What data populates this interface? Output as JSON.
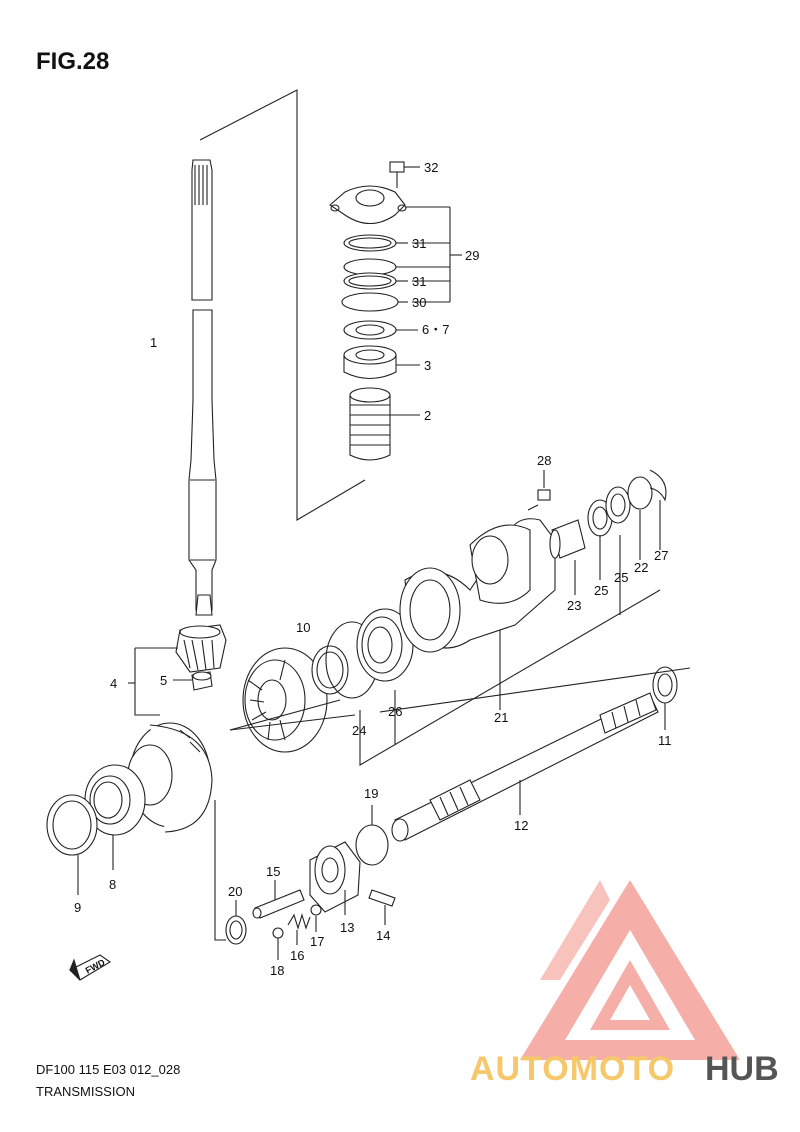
{
  "figure": {
    "title": "FIG.28",
    "code": "DF100 115 E03 012_028",
    "name": "TRANSMISSION"
  },
  "callouts": [
    {
      "id": "1",
      "label": "1"
    },
    {
      "id": "2",
      "label": "2"
    },
    {
      "id": "3",
      "label": "3"
    },
    {
      "id": "4",
      "label": "4"
    },
    {
      "id": "5",
      "label": "5"
    },
    {
      "id": "6-7",
      "label": "6・7"
    },
    {
      "id": "8",
      "label": "8"
    },
    {
      "id": "9",
      "label": "9"
    },
    {
      "id": "10",
      "label": "10"
    },
    {
      "id": "11",
      "label": "11"
    },
    {
      "id": "12",
      "label": "12"
    },
    {
      "id": "13",
      "label": "13"
    },
    {
      "id": "14",
      "label": "14"
    },
    {
      "id": "15",
      "label": "15"
    },
    {
      "id": "16",
      "label": "16"
    },
    {
      "id": "17",
      "label": "17"
    },
    {
      "id": "18",
      "label": "18"
    },
    {
      "id": "19",
      "label": "19"
    },
    {
      "id": "20",
      "label": "20"
    },
    {
      "id": "21",
      "label": "21"
    },
    {
      "id": "22",
      "label": "22"
    },
    {
      "id": "23",
      "label": "23"
    },
    {
      "id": "24",
      "label": "24"
    },
    {
      "id": "25a",
      "label": "25"
    },
    {
      "id": "25b",
      "label": "25"
    },
    {
      "id": "26",
      "label": "26"
    },
    {
      "id": "27",
      "label": "27"
    },
    {
      "id": "28",
      "label": "28"
    },
    {
      "id": "29",
      "label": "29"
    },
    {
      "id": "30",
      "label": "30"
    },
    {
      "id": "31a",
      "label": "31"
    },
    {
      "id": "31b",
      "label": "31"
    },
    {
      "id": "32",
      "label": "32"
    }
  ],
  "fwd_marker": "FWD",
  "watermark": {
    "text_part1": "AUTOMOTO",
    "text_part2": "HUB",
    "color_primary": "#f28b82",
    "color_secondary": "#f5c96b",
    "color_dark": "#555555"
  },
  "line_color": "#222222"
}
